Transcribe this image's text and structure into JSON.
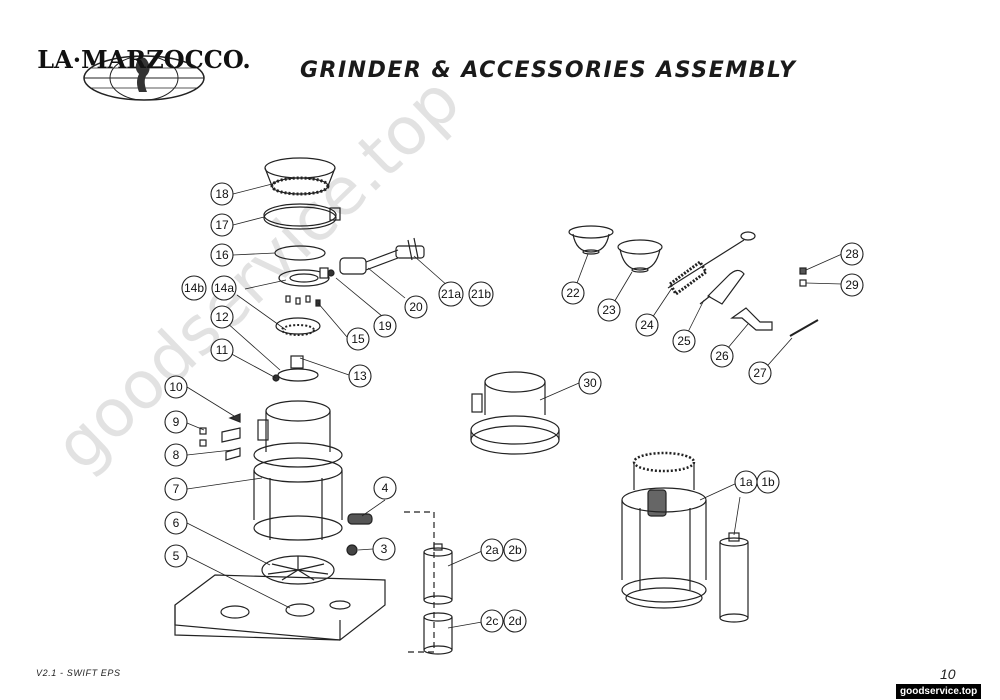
{
  "brand": {
    "logo_text": "LA·MARZOCCO."
  },
  "title": "GRINDER & ACCESSORIES ASSEMBLY",
  "footer": {
    "version": "V2.1 - SWIFT EPS",
    "page": "10",
    "site": "goodservice.top"
  },
  "watermark": "goodservice.top",
  "colors": {
    "line": "#222222",
    "badge_bg": "#000000",
    "badge_text": "#ffffff"
  },
  "callouts": [
    "18",
    "17",
    "16",
    "14b",
    "14a",
    "15",
    "12",
    "11",
    "13",
    "10",
    "9",
    "8",
    "7",
    "6",
    "5",
    "4",
    "3",
    "21a",
    "21b",
    "20",
    "19",
    "22",
    "23",
    "24",
    "25",
    "26",
    "27",
    "28",
    "29",
    "30",
    "1a",
    "1b",
    "2a",
    "2b",
    "2c",
    "2d"
  ]
}
